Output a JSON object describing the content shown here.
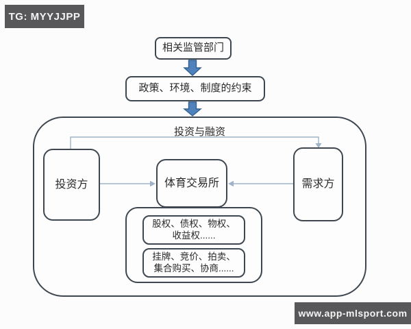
{
  "badges": {
    "tg": "TG: MYYJJPP",
    "url": "www.app-mlsport.com"
  },
  "flow": {
    "regulator_box": "相关监管部门",
    "policy_box": "政策、环境、制度的约束",
    "container_title": "投资与融资",
    "investor_box": "投资方",
    "exchange_box": "体育交易所",
    "demand_box": "需求方",
    "rights_box_line1": "股权、债权、物权、",
    "rights_box_line2": "收益权......",
    "methods_box_line1": "挂牌、竞价、拍卖、",
    "methods_box_line2": "集合购买、协商......"
  },
  "colors": {
    "accent_arrow": "#4f81bd",
    "accent_arrow_border": "#33608f",
    "box_border": "#3e4750",
    "connector": "#9fb3c8",
    "badge_bg": "#58585a",
    "badge_text": "#f4f4f4"
  }
}
